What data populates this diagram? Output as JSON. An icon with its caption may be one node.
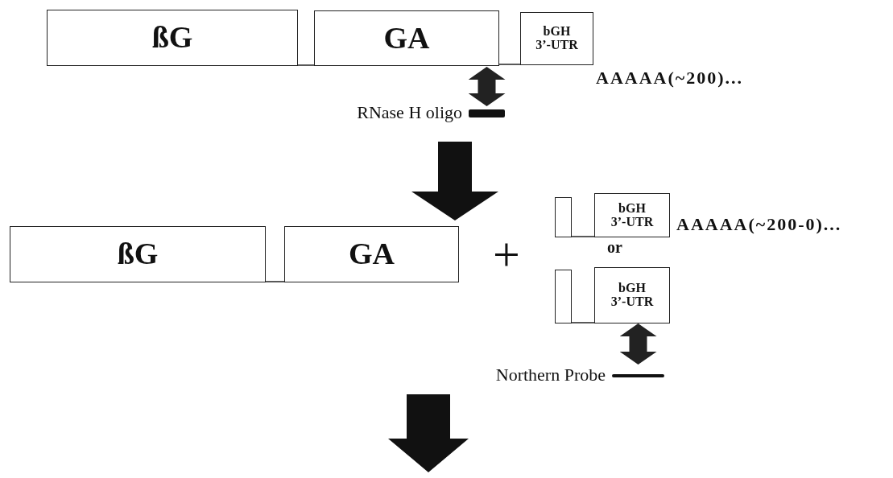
{
  "diagram": {
    "nodes": [
      {
        "text": [
          "ßG"
        ]
      },
      {
        "text": [
          "GA"
        ]
      },
      {
        "text": [
          "bGH 3’-UTR"
        ]
      },
      {
        "text": [
          "ßG"
        ]
      },
      {
        "text": [
          "GA"
        ]
      },
      {
        "text": [],
        "shape": "box"
      },
      {
        "text": [
          "bGH 3’-UTR"
        ]
      },
      {
        "text": [],
        "shape": "box"
      },
      {
        "text": [
          "bGH 3’-UTR"
        ]
      },
      {
        "text": [],
        "shape": "bar",
        "beside": [
          "RNase H oligo"
        ]
      },
      {
        "text": [],
        "shape": "bar",
        "beside": [
          "Northern Probe"
        ]
      }
    ],
    "edges": [
      {
        "from": 0,
        "to": 1,
        "arrow": "none"
      },
      {
        "from": 1,
        "to": 2,
        "arrow": "none"
      },
      {
        "from": 3,
        "to": 4,
        "arrow": "none"
      },
      {
        "from": 5,
        "to": 6,
        "arrow": "none"
      },
      {
        "from": 7,
        "to": 8,
        "arrow": "none"
      },
      {
        "from": 9,
        "to": null,
        "arrow": "both",
        "style": "thick"
      },
      {
        "from": 10,
        "to": 8,
        "arrow": "both",
        "style": "thick"
      }
    ],
    "labels": [
      "AAAAA(~200)...",
      "+",
      "AAAAA(~200-0)...",
      "or"
    ]
  }
}
